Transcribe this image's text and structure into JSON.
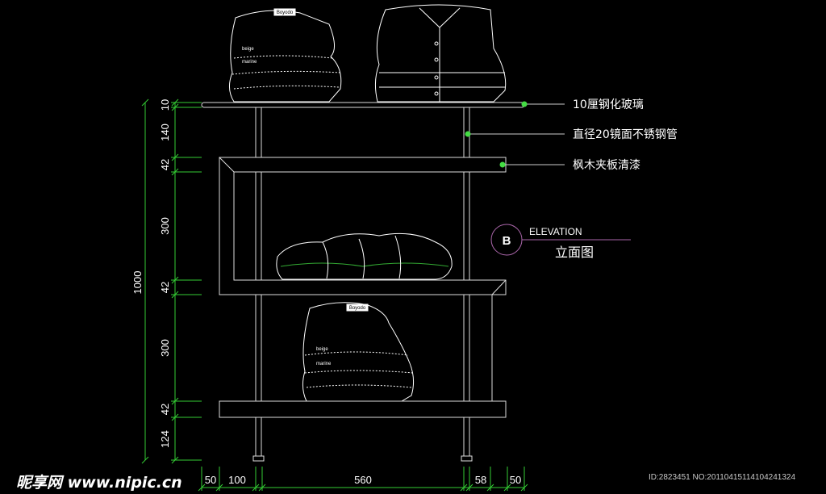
{
  "dimensions": {
    "vertical": [
      "10",
      "140",
      "42",
      "300",
      "42",
      "300",
      "42",
      "124"
    ],
    "total_height": "1000",
    "horizontal": [
      "50",
      "100",
      "560",
      "58",
      "50"
    ]
  },
  "callouts": [
    "10厘钢化玻璃",
    "直径20镜面不锈钢管",
    "枫木夹板清漆"
  ],
  "elevation": {
    "marker": "B",
    "title": "ELEVATION",
    "subtitle": "立面图"
  },
  "clothing_labels": {
    "tag": "Boyodo",
    "color1": "beige",
    "color2": "marine"
  },
  "watermark": "昵享网 www.nipic.cn",
  "image_id": "ID:2823451 NO:20110415114104241324",
  "colors": {
    "dim": "#33cc33",
    "line": "#dddddd",
    "callout_dot": "#44dd44",
    "elev": "#aa66aa"
  }
}
